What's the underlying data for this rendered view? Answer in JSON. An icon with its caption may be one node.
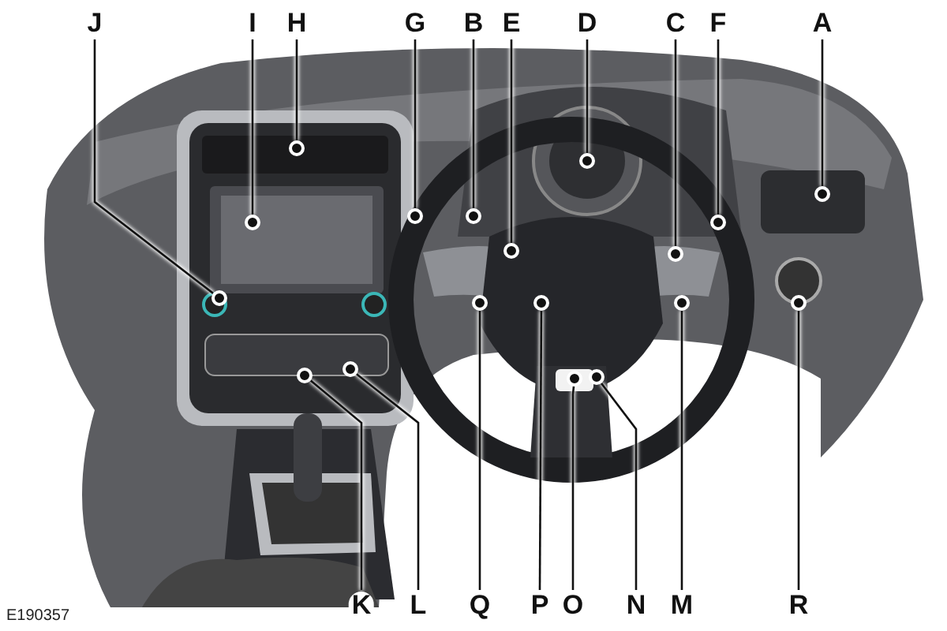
{
  "diagram": {
    "nodes": [
      {
        "text": [
          "J"
        ]
      },
      {
        "text": [
          "I"
        ]
      },
      {
        "text": [
          "H"
        ]
      },
      {
        "text": [
          "G"
        ]
      },
      {
        "text": [
          "B"
        ]
      },
      {
        "text": [
          "E"
        ]
      },
      {
        "text": [
          "D"
        ]
      },
      {
        "text": [
          "C"
        ]
      },
      {
        "text": [
          "F"
        ]
      },
      {
        "text": [
          "A"
        ]
      },
      {
        "text": [
          "K"
        ]
      },
      {
        "text": [
          "L"
        ]
      },
      {
        "text": [
          "Q"
        ]
      },
      {
        "text": [
          "P"
        ]
      },
      {
        "text": [
          "O"
        ]
      },
      {
        "text": [
          "N"
        ]
      },
      {
        "text": [
          "M"
        ]
      },
      {
        "text": [
          "R"
        ]
      },
      {
        "text": [],
        "shape": "circle"
      },
      {
        "text": [],
        "shape": "circle"
      },
      {
        "text": [],
        "shape": "circle"
      },
      {
        "text": [],
        "shape": "circle"
      },
      {
        "text": [],
        "shape": "circle"
      },
      {
        "text": [],
        "shape": "circle"
      },
      {
        "text": [],
        "shape": "circle"
      },
      {
        "text": [],
        "shape": "circle"
      },
      {
        "text": [],
        "shape": "circle"
      },
      {
        "text": [],
        "shape": "circle"
      },
      {
        "text": [],
        "shape": "circle"
      },
      {
        "text": [],
        "shape": "circle"
      },
      {
        "text": [],
        "shape": "circle"
      },
      {
        "text": [],
        "shape": "circle"
      },
      {
        "text": [],
        "shape": "circle"
      },
      {
        "text": [],
        "shape": "circle"
      },
      {
        "text": [],
        "shape": "circle"
      },
      {
        "text": [],
        "shape": "circle"
      }
    ],
    "edges": [
      {
        "from": 0,
        "to": 18,
        "arrow": "none"
      },
      {
        "from": 1,
        "to": 19,
        "arrow": "none"
      },
      {
        "from": 2,
        "to": 20,
        "arrow": "none"
      },
      {
        "from": 3,
        "to": 21,
        "arrow": "none"
      },
      {
        "from": 4,
        "to": 22,
        "arrow": "none"
      },
      {
        "from": 5,
        "to": 23,
        "arrow": "none"
      },
      {
        "from": 6,
        "to": 24,
        "arrow": "none"
      },
      {
        "from": 7,
        "to": 25,
        "arrow": "none"
      },
      {
        "from": 8,
        "to": 26,
        "arrow": "none"
      },
      {
        "from": 9,
        "to": 27,
        "arrow": "none"
      },
      {
        "from": 10,
        "to": 28,
        "arrow": "none"
      },
      {
        "from": 11,
        "to": 29,
        "arrow": "none"
      },
      {
        "from": 12,
        "to": 30,
        "arrow": "none"
      },
      {
        "from": 13,
        "to": 31,
        "arrow": "none"
      },
      {
        "from": 14,
        "to": 32,
        "arrow": "none"
      },
      {
        "from": 15,
        "to": 33,
        "arrow": "none"
      },
      {
        "from": 16,
        "to": 34,
        "arrow": "none"
      },
      {
        "from": 17,
        "to": 35,
        "arrow": "none"
      }
    ],
    "labels": [
      "E190357"
    ]
  }
}
